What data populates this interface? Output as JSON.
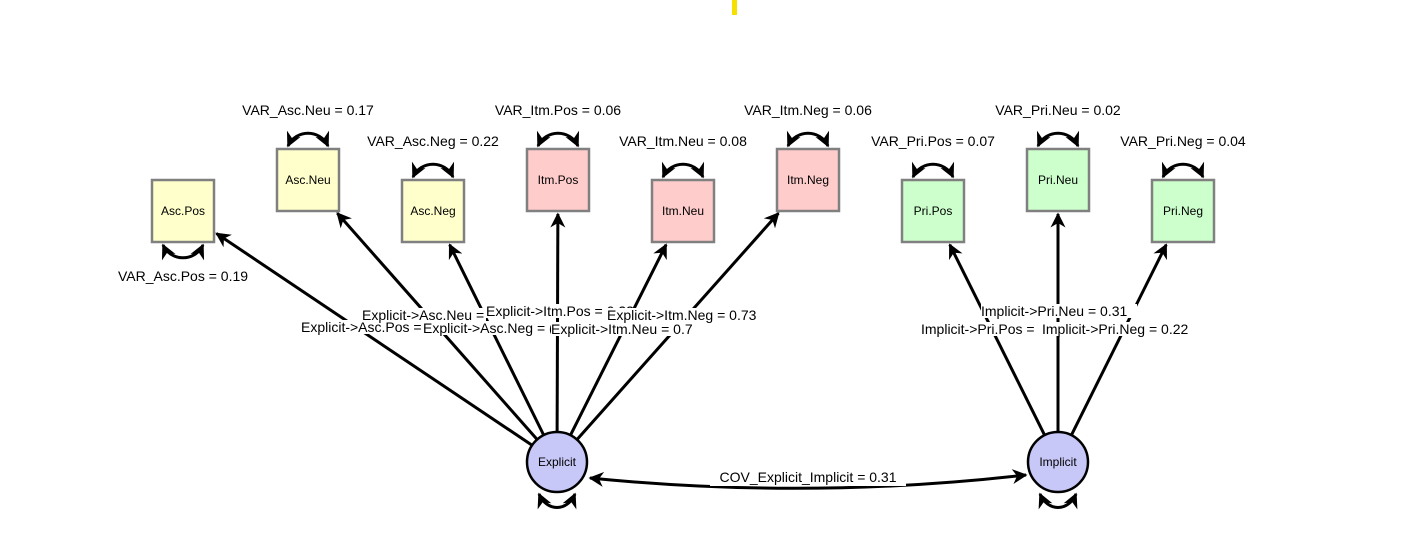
{
  "colors": {
    "asc_fill": "#ffffcc",
    "itm_fill": "#ffcccc",
    "pri_fill": "#ccffcc",
    "latent_fill": "#c8c8f8",
    "node_border": "#808080",
    "edge": "#000000",
    "marker": "#f5e000"
  },
  "latents": [
    {
      "id": "Explicit",
      "label": "Explicit"
    },
    {
      "id": "Implicit",
      "label": "Implicit"
    }
  ],
  "observed": [
    {
      "id": "Asc.Pos",
      "label": "Asc.Pos",
      "group": "asc",
      "variance_label": "VAR_Asc.Pos = 0.19"
    },
    {
      "id": "Asc.Neu",
      "label": "Asc.Neu",
      "group": "asc",
      "variance_label": "VAR_Asc.Neu = 0.17"
    },
    {
      "id": "Asc.Neg",
      "label": "Asc.Neg",
      "group": "asc",
      "variance_label": "VAR_Asc.Neg = 0.22"
    },
    {
      "id": "Itm.Pos",
      "label": "Itm.Pos",
      "group": "itm",
      "variance_label": "VAR_Itm.Pos = 0.06"
    },
    {
      "id": "Itm.Neu",
      "label": "Itm.Neu",
      "group": "itm",
      "variance_label": "VAR_Itm.Neu = 0.08"
    },
    {
      "id": "Itm.Neg",
      "label": "Itm.Neg",
      "group": "itm",
      "variance_label": "VAR_Itm.Neg = 0.06"
    },
    {
      "id": "Pri.Pos",
      "label": "Pri.Pos",
      "group": "pri",
      "variance_label": "VAR_Pri.Pos = 0.07"
    },
    {
      "id": "Pri.Neu",
      "label": "Pri.Neu",
      "group": "pri",
      "variance_label": "VAR_Pri.Neu = 0.02"
    },
    {
      "id": "Pri.Neg",
      "label": "Pri.Neg",
      "group": "pri",
      "variance_label": "VAR_Pri.Neg = 0.04"
    }
  ],
  "paths": [
    {
      "from": "Explicit",
      "to": "Asc.Pos",
      "label": "Explicit->Asc.Pos ="
    },
    {
      "from": "Explicit",
      "to": "Asc.Neu",
      "label": "Explicit->Asc.Neu ="
    },
    {
      "from": "Explicit",
      "to": "Asc.Neg",
      "label": "Explicit->Asc.Neg = ("
    },
    {
      "from": "Explicit",
      "to": "Itm.Pos",
      "label": "Explicit->Itm.Pos = 0.??"
    },
    {
      "from": "Explicit",
      "to": "Itm.Neu",
      "label": "Explicit->Itm.Neu = 0.7"
    },
    {
      "from": "Explicit",
      "to": "Itm.Neg",
      "label": "Explicit->Itm.Neg = 0.73"
    },
    {
      "from": "Implicit",
      "to": "Pri.Pos",
      "label": "Implicit->Pri.Pos ="
    },
    {
      "from": "Implicit",
      "to": "Pri.Neu",
      "label": "Implicit->Pri.Neu = 0.31"
    },
    {
      "from": "Implicit",
      "to": "Pri.Neg",
      "label": "Implicit->Pri.Neg = 0.22"
    }
  ],
  "covariances": [
    {
      "a": "Explicit",
      "b": "Implicit",
      "label": "COV_Explicit_Implicit = 0.31"
    }
  ]
}
